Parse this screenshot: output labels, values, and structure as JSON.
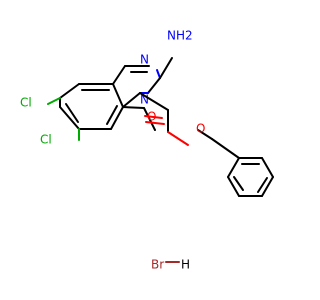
{
  "molecule": {
    "labels": {
      "n1": "N",
      "nh2": "NH2",
      "n3": "N",
      "cl6": "Cl",
      "cl5": "Cl",
      "o_carbonyl": "O",
      "o_ester": "O",
      "br": "Br",
      "h": "H"
    }
  },
  "colors": {
    "carbon": "#000000",
    "nitrogen": "#0000ff",
    "oxygen": "#ff0000",
    "chlorine": "#00aa00",
    "bromine": "#a52a2a"
  }
}
